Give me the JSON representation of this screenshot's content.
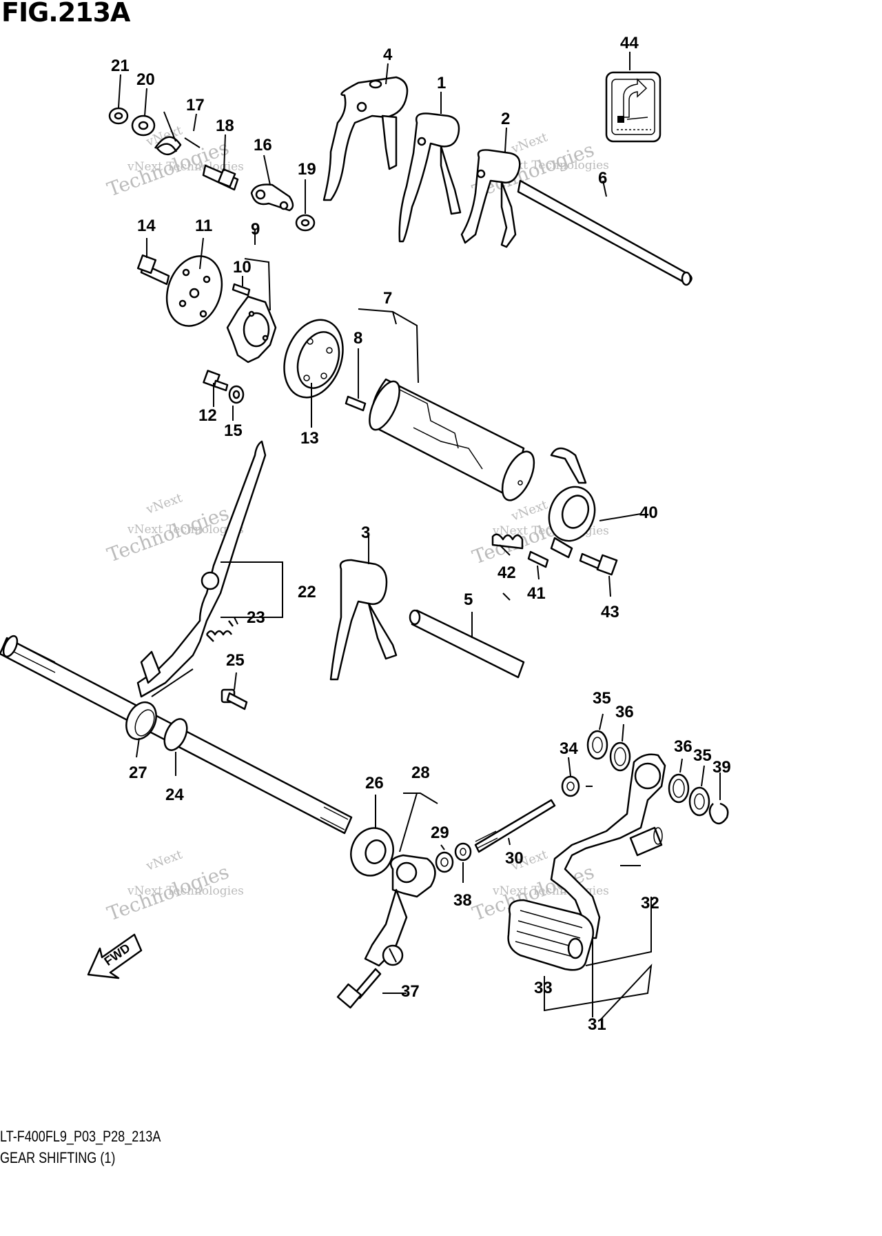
{
  "figure": {
    "title": "FIG.213A",
    "code": "LT-F400FL9_P03_P28_213A",
    "name": "GEAR SHIFTING (1)",
    "direction_arrow": "FWD"
  },
  "watermark": {
    "line1": "vNext",
    "line2": "vNext Technologies",
    "line3": "Technologies"
  },
  "sticker_icon": "shift-pattern-label-icon",
  "callouts": [
    "1",
    "2",
    "3",
    "4",
    "5",
    "6",
    "7",
    "8",
    "9",
    "10",
    "11",
    "12",
    "13",
    "14",
    "15",
    "16",
    "17",
    "18",
    "19",
    "20",
    "21",
    "22",
    "23",
    "24",
    "25",
    "26",
    "27",
    "28",
    "29",
    "30",
    "31",
    "32",
    "33",
    "34",
    "35",
    "36",
    "37",
    "38",
    "39",
    "40",
    "41",
    "42",
    "43",
    "44"
  ]
}
